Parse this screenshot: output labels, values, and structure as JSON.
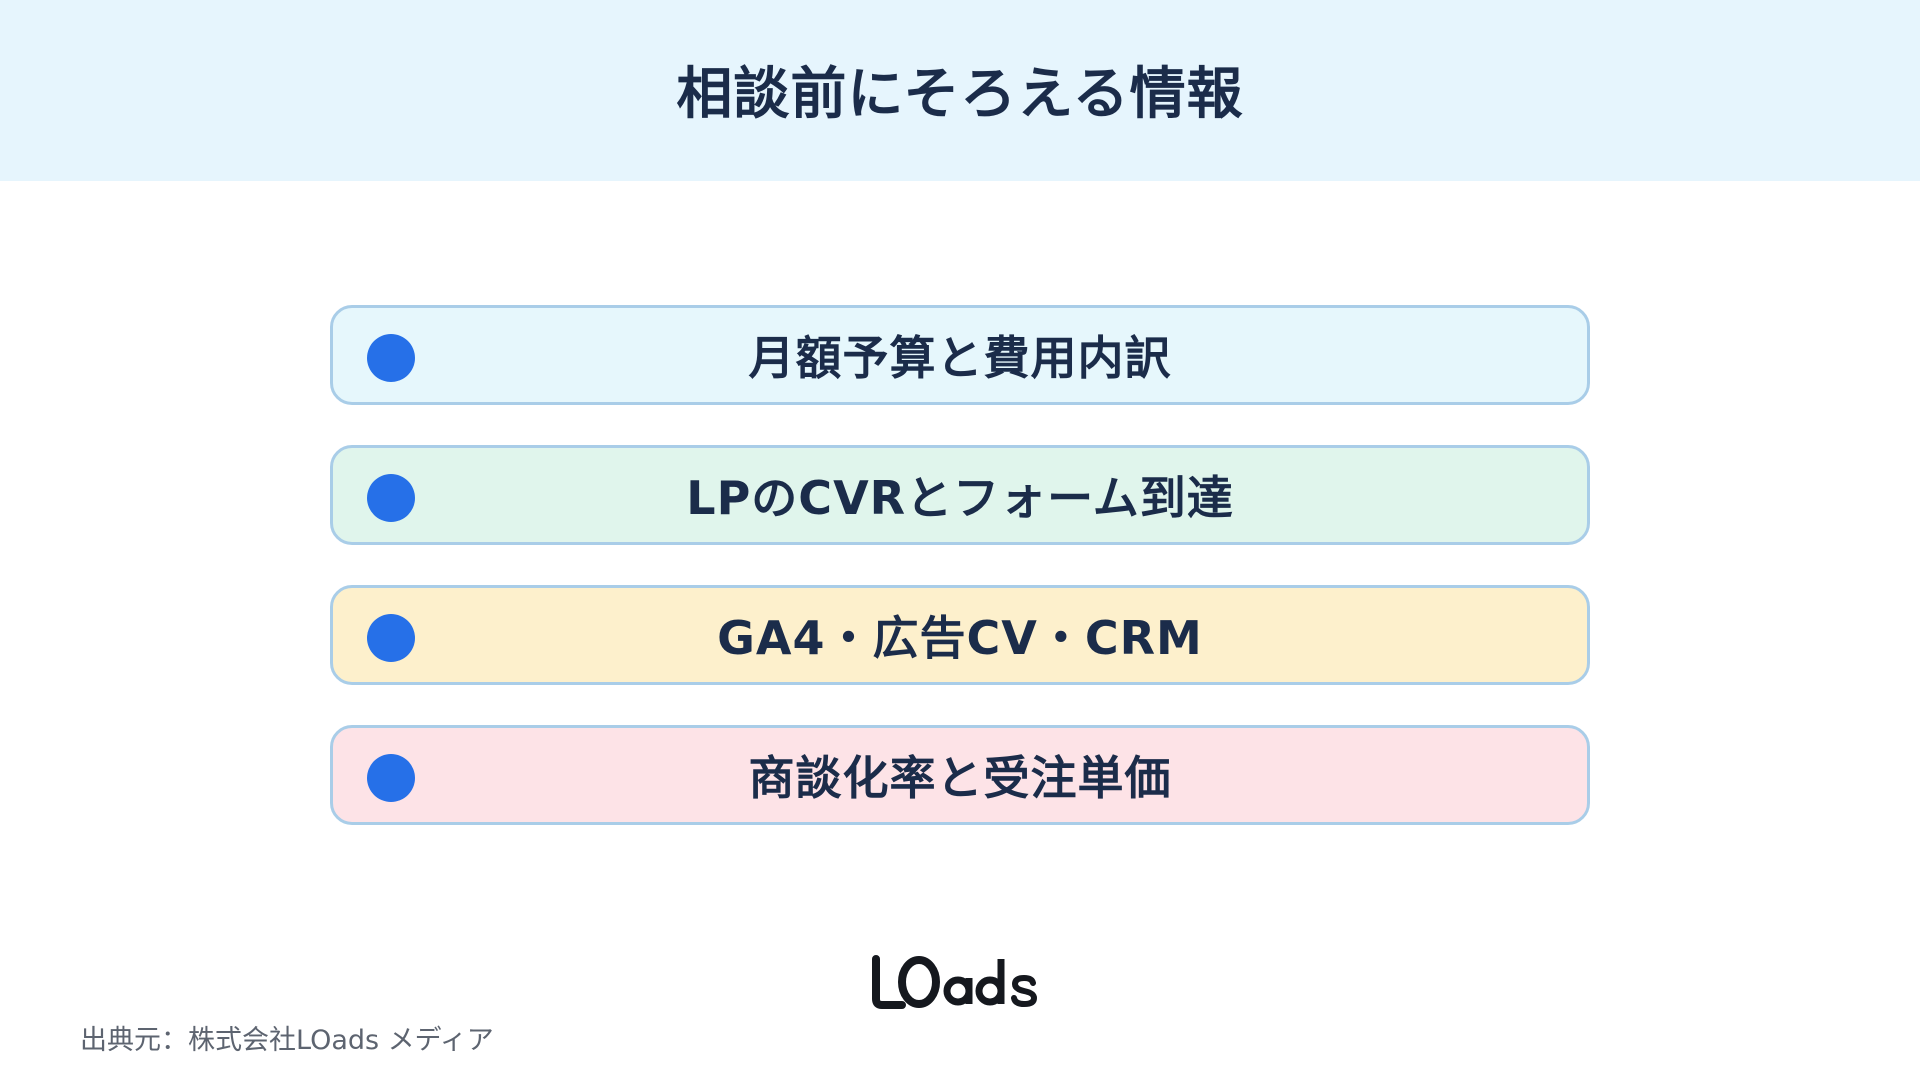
{
  "header": {
    "title": "相談前にそろえる情報",
    "background": "#e6f5fd"
  },
  "items": [
    {
      "label": "月額予算と費用内訳",
      "background": "#e6f7fc"
    },
    {
      "label": "LPのCVRとフォーム到達",
      "background": "#e0f5ec"
    },
    {
      "label": "GA4・広告CV・CRM",
      "background": "#fdf0cc"
    },
    {
      "label": "商談化率と受注単価",
      "background": "#fde3e7"
    }
  ],
  "colors": {
    "bullet": "#2670e8",
    "text": "#1b2c4a",
    "border": "#a9cde8"
  },
  "logo": {
    "text": "LOads"
  },
  "footer": {
    "source": "出典元：株式会社LOads メディア"
  }
}
